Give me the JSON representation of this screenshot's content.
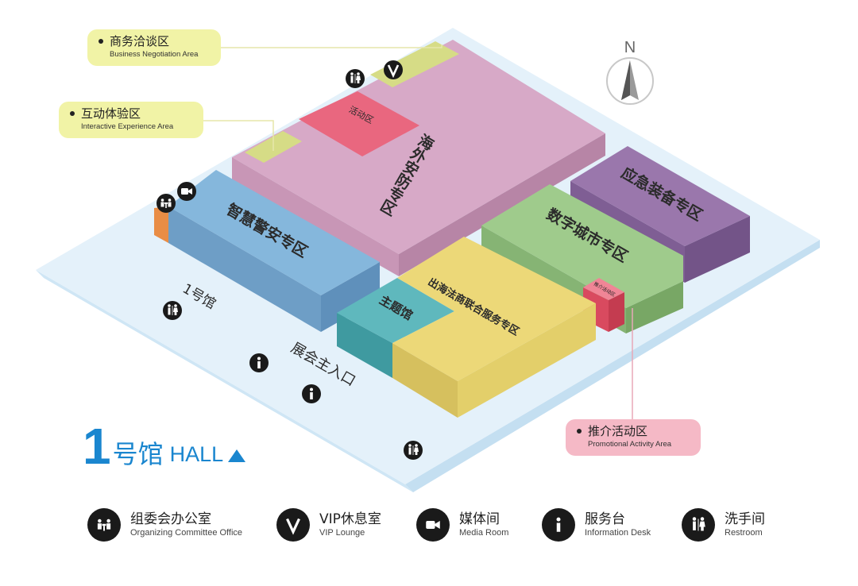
{
  "zones": {
    "overseas_security": "海外安防专区",
    "activity_zone": "活动区",
    "smart_police": "智慧警安专区",
    "emergency_equipment": "应急装备专区",
    "digital_city": "数字城市专区",
    "theme_pavilion": "主题馆",
    "overseas_service": "出海法商联合服务专区",
    "promo_small": "推介活动区"
  },
  "floor_labels": {
    "hall_no": "1号馆",
    "main_entrance": "展会主入口"
  },
  "callouts": {
    "business": {
      "zh": "商务洽谈区",
      "en": "Business Negotiation Area"
    },
    "interactive": {
      "zh": "互动体验区",
      "en": "Interactive Experience Area"
    },
    "promotional": {
      "zh": "推介活动区",
      "en": "Promotional Activity Area"
    }
  },
  "hall_title": {
    "num": "1",
    "zh": "号馆",
    "en": "HALL"
  },
  "compass": {
    "label": "N"
  },
  "legend": [
    {
      "zh": "组委会办公室",
      "en": "Organizing Committee Office",
      "icon": "office-icon"
    },
    {
      "zh": "VIP休息室",
      "en": "VIP Lounge",
      "icon": "vip-icon"
    },
    {
      "zh": "媒体间",
      "en": "Media Room",
      "icon": "camera-icon"
    },
    {
      "zh": "服务台",
      "en": "Information Desk",
      "icon": "info-icon"
    },
    {
      "zh": "洗手间",
      "en": "Restroom",
      "icon": "restroom-icon"
    }
  ],
  "colors": {
    "floor": "#e4f1fa",
    "overseas": "#d7a9c7",
    "smart_police": "#85b7dc",
    "emergency": "#9a77ac",
    "digital": "#9fcb8c",
    "theme": "#5fb8bd",
    "service": "#ecd878",
    "activity": "#e9677f",
    "accent": "#1a86cf"
  }
}
